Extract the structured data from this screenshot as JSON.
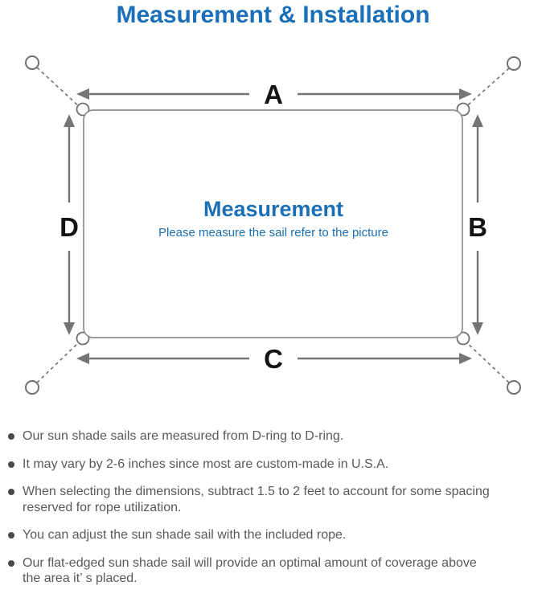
{
  "title": "Measurement & Installation",
  "colors": {
    "accent_blue": "#1a6fb8",
    "center_blue": "#1a6fb5",
    "diagram_line_gray": "#757575",
    "body_text_gray": "#595959"
  },
  "diagram": {
    "dimension_labels": {
      "top": "A",
      "right": "B",
      "bottom": "C",
      "left": "D"
    },
    "center": {
      "heading": "Measurement",
      "caption": "Please measure the sail refer to the picture"
    },
    "icons": [
      "anchor-ring-icon",
      "d-ring-icon",
      "dimension-arrow",
      "tension-rope-dashed-line",
      "sail-rectangle"
    ]
  },
  "bullets": [
    {
      "lines": [
        "Our sun shade sails are measured from D-ring to D-ring."
      ]
    },
    {
      "lines": [
        "It may vary by 2-6 inches since most are custom-made in U.S.A."
      ]
    },
    {
      "lines": [
        "When selecting the dimensions, subtract 1.5 to 2 feet to account for some spacing",
        "reserved for rope utilization."
      ]
    },
    {
      "lines": [
        "You can adjust the sun shade sail with the included rope."
      ]
    },
    {
      "lines": [
        "Our flat-edged sun shade sail will provide an optimal amount of coverage above",
        "the area it’ s placed."
      ]
    }
  ]
}
